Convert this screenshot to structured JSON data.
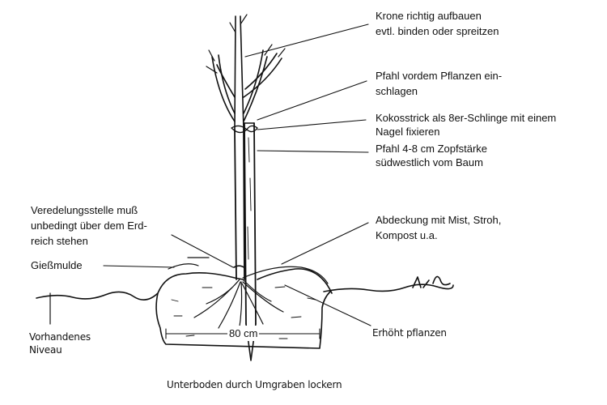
{
  "labels": {
    "crown": [
      "Krone richtig aufbauen",
      "evtl. binden oder spreitzen"
    ],
    "stake_before": [
      "Pfahl vordem Pflanzen ein-",
      "schlagen"
    ],
    "coconut_rope": [
      "Kokosstrick als 8er-Schlinge mit einem",
      "Nagel fixieren"
    ],
    "stake_size": [
      "Pfahl 4-8 cm Zopfstärke",
      "südwestlich vom Baum"
    ],
    "graft": [
      "Veredelungsstelle muß",
      "unbedingt über dem Erd-",
      "reich stehen"
    ],
    "mulch": [
      "Abdeckung mit Mist, Stroh,",
      "Kompost u.a."
    ],
    "basin": "Gießmulde",
    "existing_level": [
      "Vorhandenes",
      "Niveau"
    ],
    "width": "80 cm",
    "raised": "Erhöht pflanzen",
    "subsoil": "Unterboden durch Umgraben lockern"
  },
  "colors": {
    "ink": "#111111",
    "paper": "#ffffff"
  }
}
